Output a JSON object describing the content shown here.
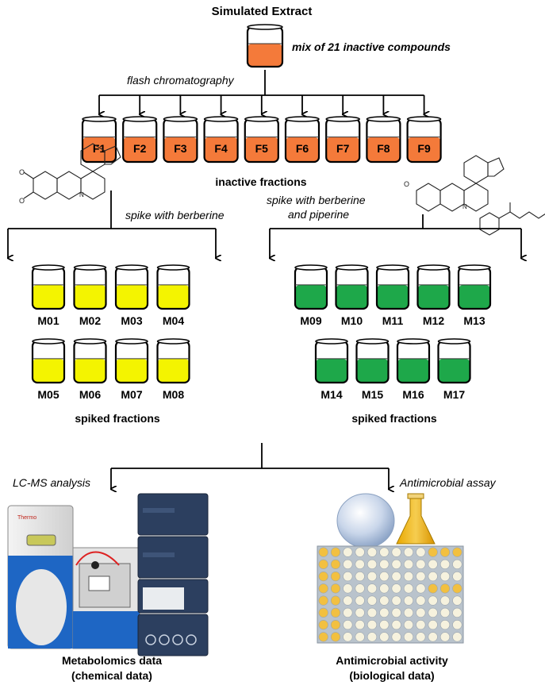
{
  "title": "Simulated Extract",
  "mix_label": "mix of 21 inactive compounds",
  "flash_label": "flash chromatography",
  "fractions": [
    "F1",
    "F2",
    "F3",
    "F4",
    "F5",
    "F6",
    "F7",
    "F8",
    "F9"
  ],
  "inactive_label": "inactive fractions",
  "spike_left_label": "spike with berberine",
  "spike_right_line1": "spike with berberine",
  "spike_right_line2": "and piperine",
  "left_row1": [
    "M01",
    "M02",
    "M03",
    "M04"
  ],
  "left_row2": [
    "M05",
    "M06",
    "M07",
    "M08"
  ],
  "right_row1": [
    "M09",
    "M10",
    "M11",
    "M12",
    "M13"
  ],
  "right_row2": [
    "M14",
    "M15",
    "M16",
    "M17"
  ],
  "spiked_label": "spiked fractions",
  "lcms_label": "LC-MS analysis",
  "assay_label": "Antimicrobial assay",
  "instrument_brand": "Thermo",
  "metabolomics_line1": "Metabolomics data",
  "metabolomics_line2": "(chemical data)",
  "antimicrobial_line1": "Antimicrobial activity",
  "antimicrobial_line2": "(biological data)",
  "colors": {
    "orange_fill": "#f47a3a",
    "yellow_fill": "#f4f400",
    "green_fill": "#1ea84a",
    "line": "#000000",
    "plate_bg": "#b9c3cc",
    "well_empty": "#f6f2de",
    "well_yellow": "#f2c040",
    "cabinet_blue": "#2c3f5f",
    "ms_blue": "#1e66c4"
  },
  "plate": {
    "rows": 8,
    "cols": 12,
    "filled_wells": [
      [
        0,
        0
      ],
      [
        0,
        1
      ],
      [
        0,
        9
      ],
      [
        0,
        10
      ],
      [
        0,
        11
      ],
      [
        1,
        0
      ],
      [
        1,
        1
      ],
      [
        2,
        0
      ],
      [
        2,
        1
      ],
      [
        3,
        0
      ],
      [
        3,
        1
      ],
      [
        3,
        9
      ],
      [
        3,
        10
      ],
      [
        3,
        11
      ],
      [
        4,
        0
      ],
      [
        4,
        1
      ],
      [
        5,
        0
      ],
      [
        5,
        1
      ],
      [
        6,
        0
      ],
      [
        6,
        1
      ],
      [
        7,
        0
      ],
      [
        7,
        1
      ]
    ]
  }
}
